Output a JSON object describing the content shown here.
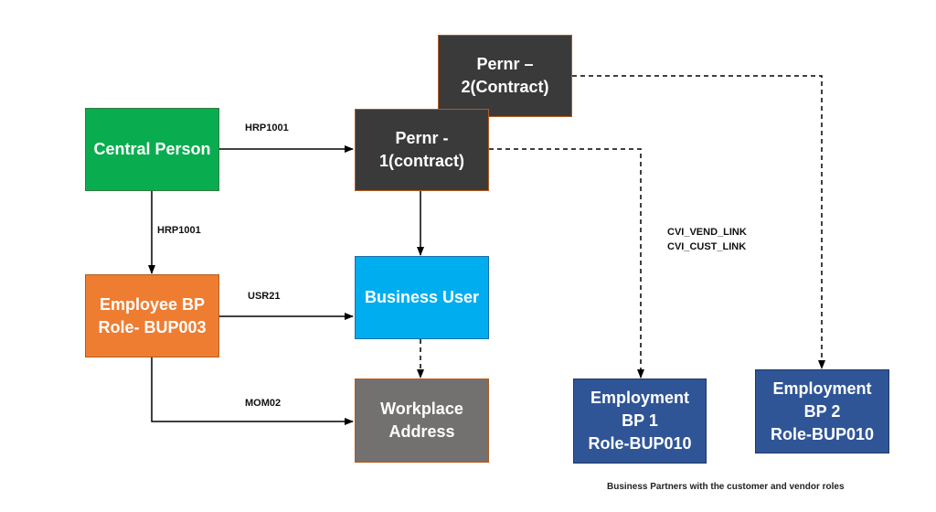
{
  "boxes": {
    "central_person": "Central Person",
    "pernr1": "Pernr -\n1(contract)",
    "pernr2": "Pernr –\n2(Contract)",
    "employee_bp": "Employee BP\nRole- BUP003",
    "business_user": "Business User",
    "workplace_address": "Workplace\nAddress",
    "employment_bp1": "Employment\nBP 1\nRole-BUP010",
    "employment_bp2": "Employment\nBP 2\nRole-BUP010"
  },
  "edges": {
    "central_to_pernr1": "HRP1001",
    "central_to_employee": "HRP1001",
    "employee_to_business_user": "USR21",
    "employee_to_workplace": "MOM02",
    "pernr1_to_bp1": "CVI_VEND_LINK\nCVI_CUST_LINK"
  },
  "caption": "Business Partners with the customer and vendor roles",
  "colors": {
    "dark": "#3a3a3a",
    "green": "#09ad4f",
    "orange": "#ee7d31",
    "sky": "#00aeef",
    "grey": "#737070",
    "navy": "#2f5597"
  }
}
